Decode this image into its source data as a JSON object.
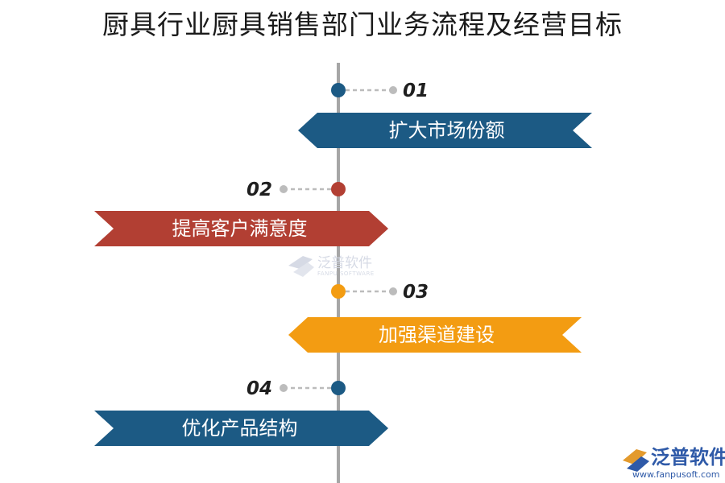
{
  "title": "厨具行业厨具销售部门业务流程及经营目标",
  "steps": [
    {
      "number": "01",
      "label": "扩大市场份额",
      "color": "#1c5a84",
      "side": "right"
    },
    {
      "number": "02",
      "label": "提高客户满意度",
      "color": "#b23f33",
      "side": "left"
    },
    {
      "number": "03",
      "label": "加强渠道建设",
      "color": "#f39c12",
      "side": "right"
    },
    {
      "number": "04",
      "label": "优化产品结构",
      "color": "#1c5a84",
      "side": "left"
    }
  ],
  "colors": {
    "timeline": "#a6a6a6",
    "connector": "#bcbcbc",
    "brand": "#2f5aa8"
  },
  "watermark": {
    "name": "泛普软件",
    "subtitle": "FANPU SOFTWARE"
  },
  "logo": {
    "name": "泛普软件",
    "url": "www.fanpusoft.com"
  }
}
